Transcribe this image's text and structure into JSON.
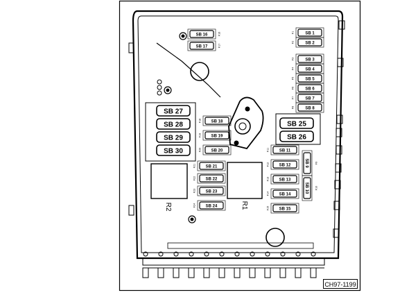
{
  "figure": {
    "reference_code": "CH97-1199"
  },
  "big_fuses": [
    {
      "label": "SB 27"
    },
    {
      "label": "SB 28"
    },
    {
      "label": "SB 29"
    },
    {
      "label": "SB 30"
    },
    {
      "label": "SB 25"
    },
    {
      "label": "SB 26"
    }
  ],
  "small_fuses": [
    {
      "label": "SB 16",
      "tag": "F16"
    },
    {
      "label": "SB 17",
      "tag": "F17"
    },
    {
      "label": "SB 1",
      "tag": "F1"
    },
    {
      "label": "SB 2",
      "tag": "F2"
    },
    {
      "label": "SB 3",
      "tag": "F3"
    },
    {
      "label": "SB 4",
      "tag": "F4"
    },
    {
      "label": "SB 5",
      "tag": "F5"
    },
    {
      "label": "SB 6",
      "tag": "F6"
    },
    {
      "label": "SB 7",
      "tag": "F7"
    },
    {
      "label": "SB 8",
      "tag": "F8"
    },
    {
      "label": "SB 18",
      "tag": "F18"
    },
    {
      "label": "SB 19",
      "tag": "F19"
    },
    {
      "label": "SB 20",
      "tag": "F20"
    },
    {
      "label": "SB 21",
      "tag": "F21"
    },
    {
      "label": "SB 22",
      "tag": "F22"
    },
    {
      "label": "SB 23",
      "tag": "F23"
    },
    {
      "label": "SB 24",
      "tag": "F24"
    },
    {
      "label": "SB 11",
      "tag": "F11"
    },
    {
      "label": "SB 12",
      "tag": "F12"
    },
    {
      "label": "SB 13",
      "tag": "F13"
    },
    {
      "label": "SB 14",
      "tag": "F14"
    },
    {
      "label": "SB 15",
      "tag": "F15"
    }
  ],
  "vertical_fuses": [
    {
      "label": "SB 9",
      "tag": "F9"
    },
    {
      "label": "SB 10",
      "tag": "F10"
    }
  ],
  "relays": [
    {
      "label": "R2"
    },
    {
      "label": "R1"
    }
  ]
}
